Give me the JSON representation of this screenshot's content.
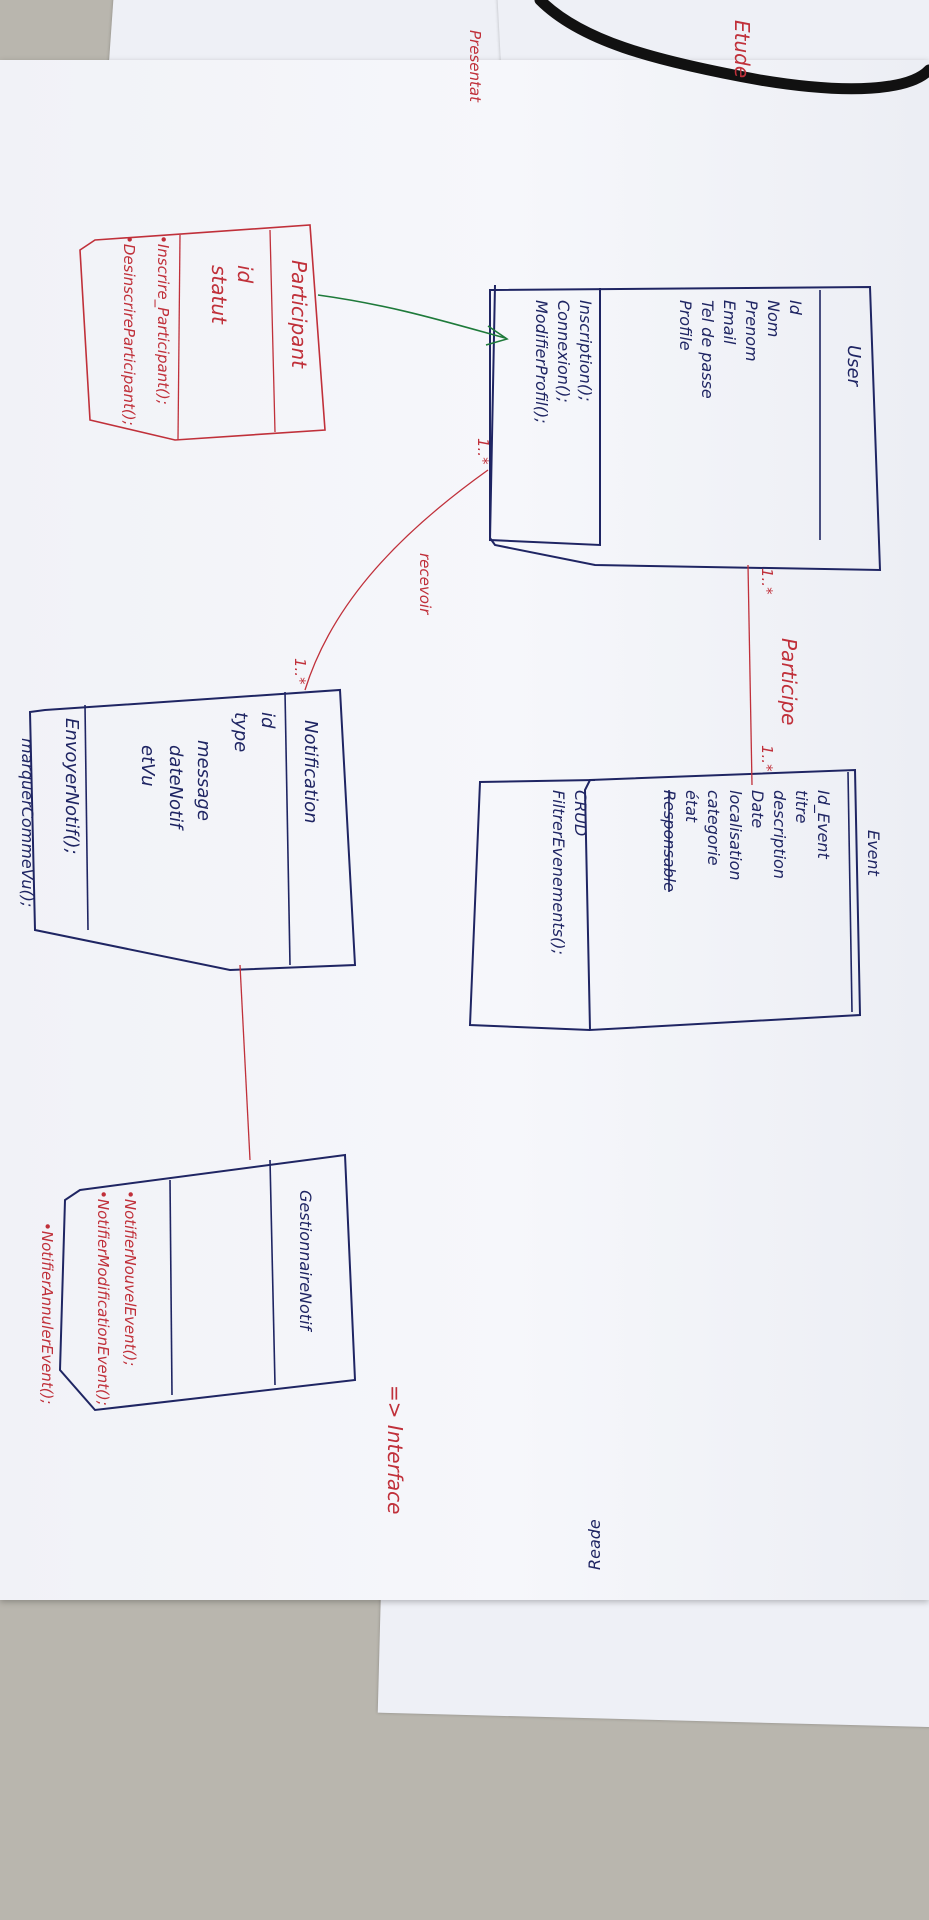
{
  "background_sheets": {
    "top_left_scribble": "Presentat",
    "top_right_scribble": "Etude",
    "bottom_note": "Reade"
  },
  "classes": {
    "user": {
      "title": "User",
      "attributes": [
        "Id",
        "Nom",
        "Prenom",
        "Email",
        "Tel de passe",
        "Profile"
      ],
      "methods": [
        "Inscription();",
        "Connexion();",
        "ModifierProfil();"
      ]
    },
    "participant": {
      "title": "Participant",
      "attributes": [
        "id",
        "statut"
      ],
      "methods": [
        "•Inscrire_Participant();",
        "•DesinscrireParticipant();"
      ]
    },
    "notification": {
      "title": "Notification",
      "attributes": [
        "id",
        "type",
        "message",
        "dateNotif",
        "etVu"
      ],
      "methods": [
        "EnvoyerNotif();",
        "marquerCommeVu();"
      ]
    },
    "event": {
      "title": "Event",
      "attributes": [
        "Id_Event",
        "titre",
        "description",
        "Date",
        "localisation",
        "categorie",
        "état",
        "Responsable"
      ],
      "methods": [
        "CRUD",
        "FiltrerEvenements();"
      ]
    },
    "gestionnaire": {
      "title": "GestionnaireNotif",
      "methods": [
        "•NotifierNouvelEvent();",
        "•NotifierModificationEvent();",
        "•NotifierAnnulerEvent();"
      ]
    }
  },
  "associations": {
    "participe": {
      "label": "Participe",
      "mult_user": "1..*",
      "mult_event": "1..*"
    },
    "recevoir": {
      "label": "recevoir",
      "mult_user": "1..*",
      "mult_notification": "1..*"
    }
  },
  "stereotype": "=> Interface",
  "colors": {
    "ink_blue": "#1f2563",
    "ink_red": "#c0303a",
    "ink_green": "#1e7a3a",
    "paper": "#f3f4f9"
  }
}
